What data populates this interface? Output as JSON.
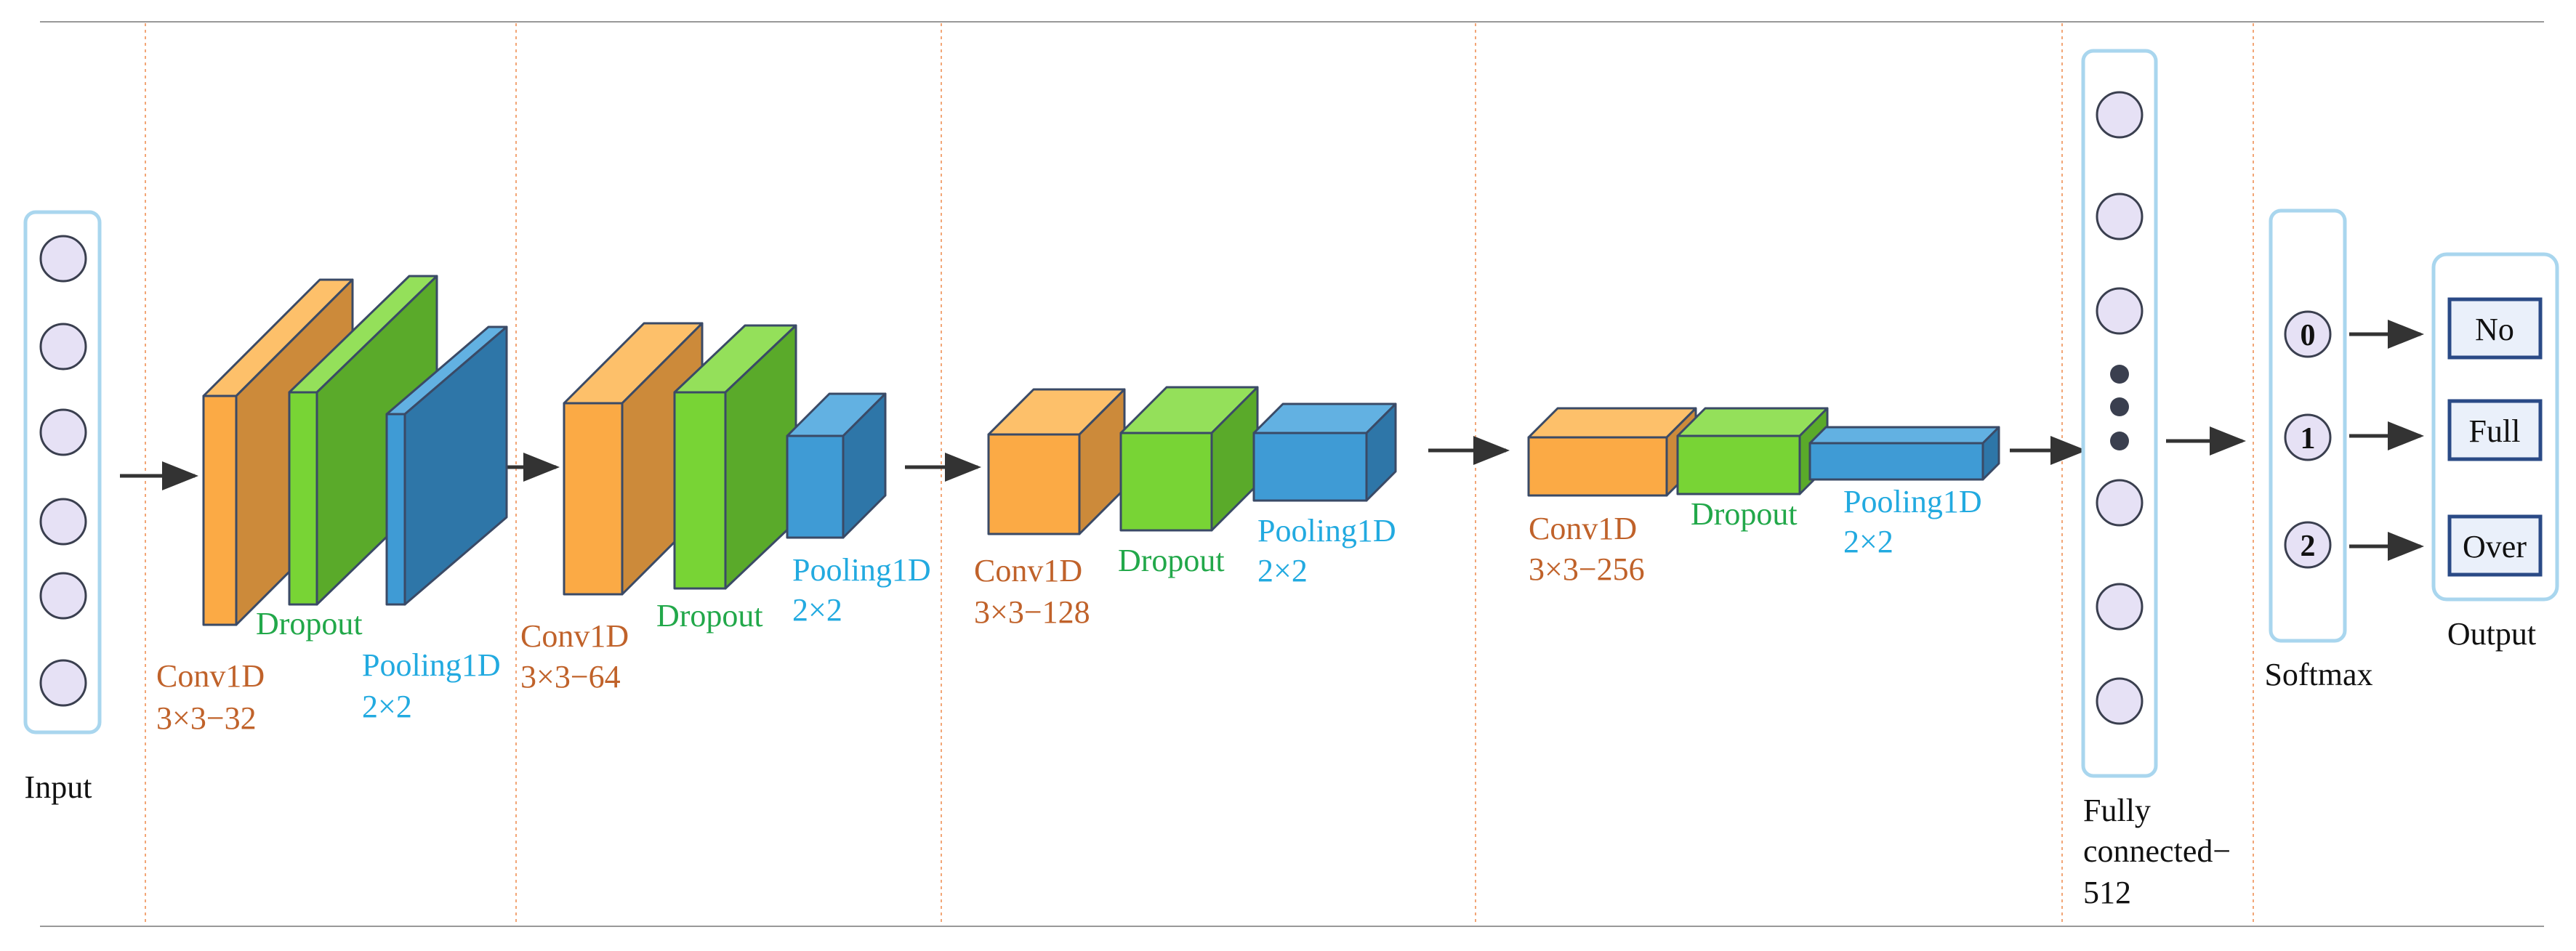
{
  "colors": {
    "orange_front": "#FBAA45",
    "orange_top": "#FDC06A",
    "orange_side": "#CC8A3A",
    "green_front": "#78D435",
    "green_top": "#94E05A",
    "green_side": "#5AAA2A",
    "blue_front": "#3F9BD5",
    "blue_top": "#62B1E2",
    "blue_side": "#2E76A8",
    "conv_label": "#C0622A",
    "dropout_label": "#22A84A",
    "pool_label": "#22AAE0",
    "panel_border": "#A9D6EE",
    "node_fill": "#E6E1F5",
    "divider": "#F2A677"
  },
  "input": {
    "label": "Input"
  },
  "block1": {
    "conv": {
      "name": "Conv1D",
      "size": "3×3−32"
    },
    "dropout": {
      "name": "Dropout"
    },
    "pool": {
      "name": "Pooling1D",
      "size": "2×2"
    }
  },
  "block2": {
    "conv": {
      "name": "Conv1D",
      "size": "3×3−64"
    },
    "dropout": {
      "name": "Dropout"
    },
    "pool": {
      "name": "Pooling1D",
      "size": "2×2"
    }
  },
  "block3": {
    "conv": {
      "name": "Conv1D",
      "size": "3×3−128"
    },
    "dropout": {
      "name": "Dropout"
    },
    "pool": {
      "name": "Pooling1D",
      "size": "2×2"
    }
  },
  "block4": {
    "conv": {
      "name": "Conv1D",
      "size": "3×3−256"
    },
    "dropout": {
      "name": "Dropout"
    },
    "pool": {
      "name": "Pooling1D",
      "size": "2×2"
    }
  },
  "fully_connected": {
    "line1": "Fully",
    "line2": "connected−",
    "line3": "512"
  },
  "softmax": {
    "label": "Softmax",
    "nodes": [
      "0",
      "1",
      "2"
    ]
  },
  "output": {
    "label": "Output",
    "classes": [
      "No",
      "Full",
      "Over"
    ]
  }
}
